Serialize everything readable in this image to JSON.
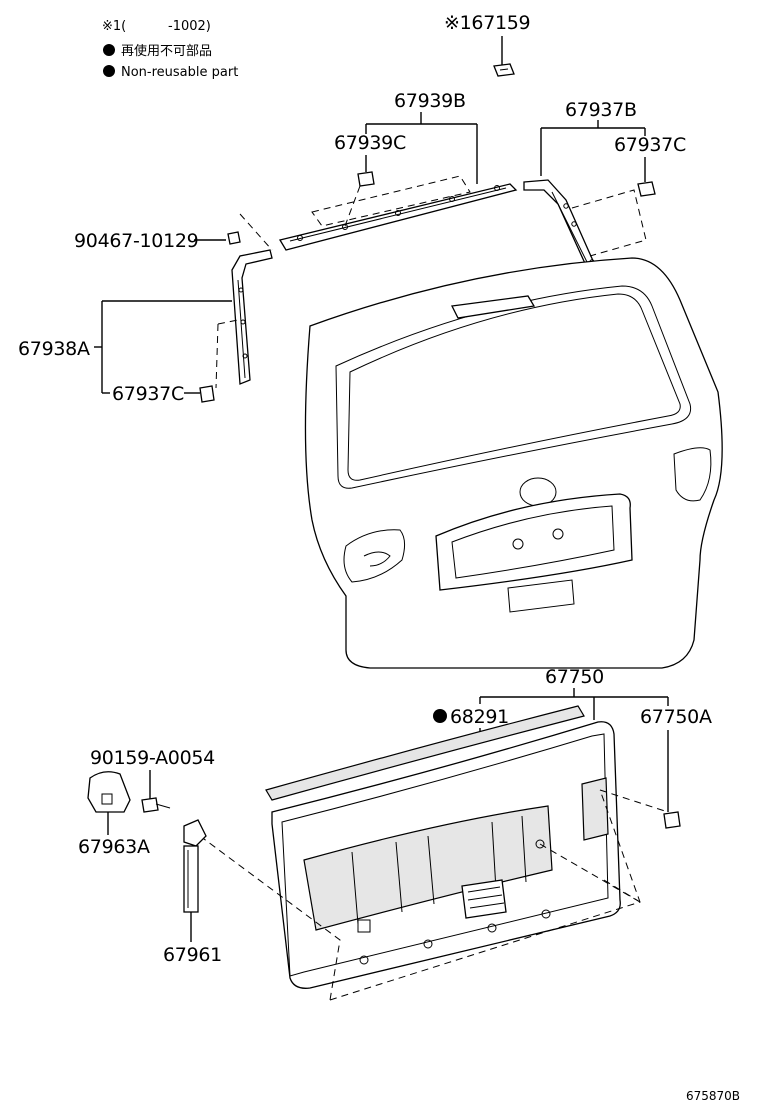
{
  "notes": {
    "note1_label": "※1(",
    "note1_code": "-1002)",
    "reuse_jp": "再使用不可部品",
    "reuse_en": "Non-reusable part"
  },
  "parts": {
    "p67159": "※167159",
    "p67939B": "67939B",
    "p67939C": "67939C",
    "p67937B": "67937B",
    "p67937C_top": "67937C",
    "p90467": "90467-10129",
    "p67938A": "67938A",
    "p67937C_left": "67937C",
    "p67750": "67750",
    "p68291": "68291",
    "p67750A": "67750A",
    "p90159": "90159-A0054",
    "p67963A": "67963A",
    "p67961": "67961"
  },
  "footer": {
    "diagram_code": "675870B"
  },
  "colors": {
    "line": "#000000",
    "background": "#ffffff",
    "shade": "#e6e6e6"
  }
}
